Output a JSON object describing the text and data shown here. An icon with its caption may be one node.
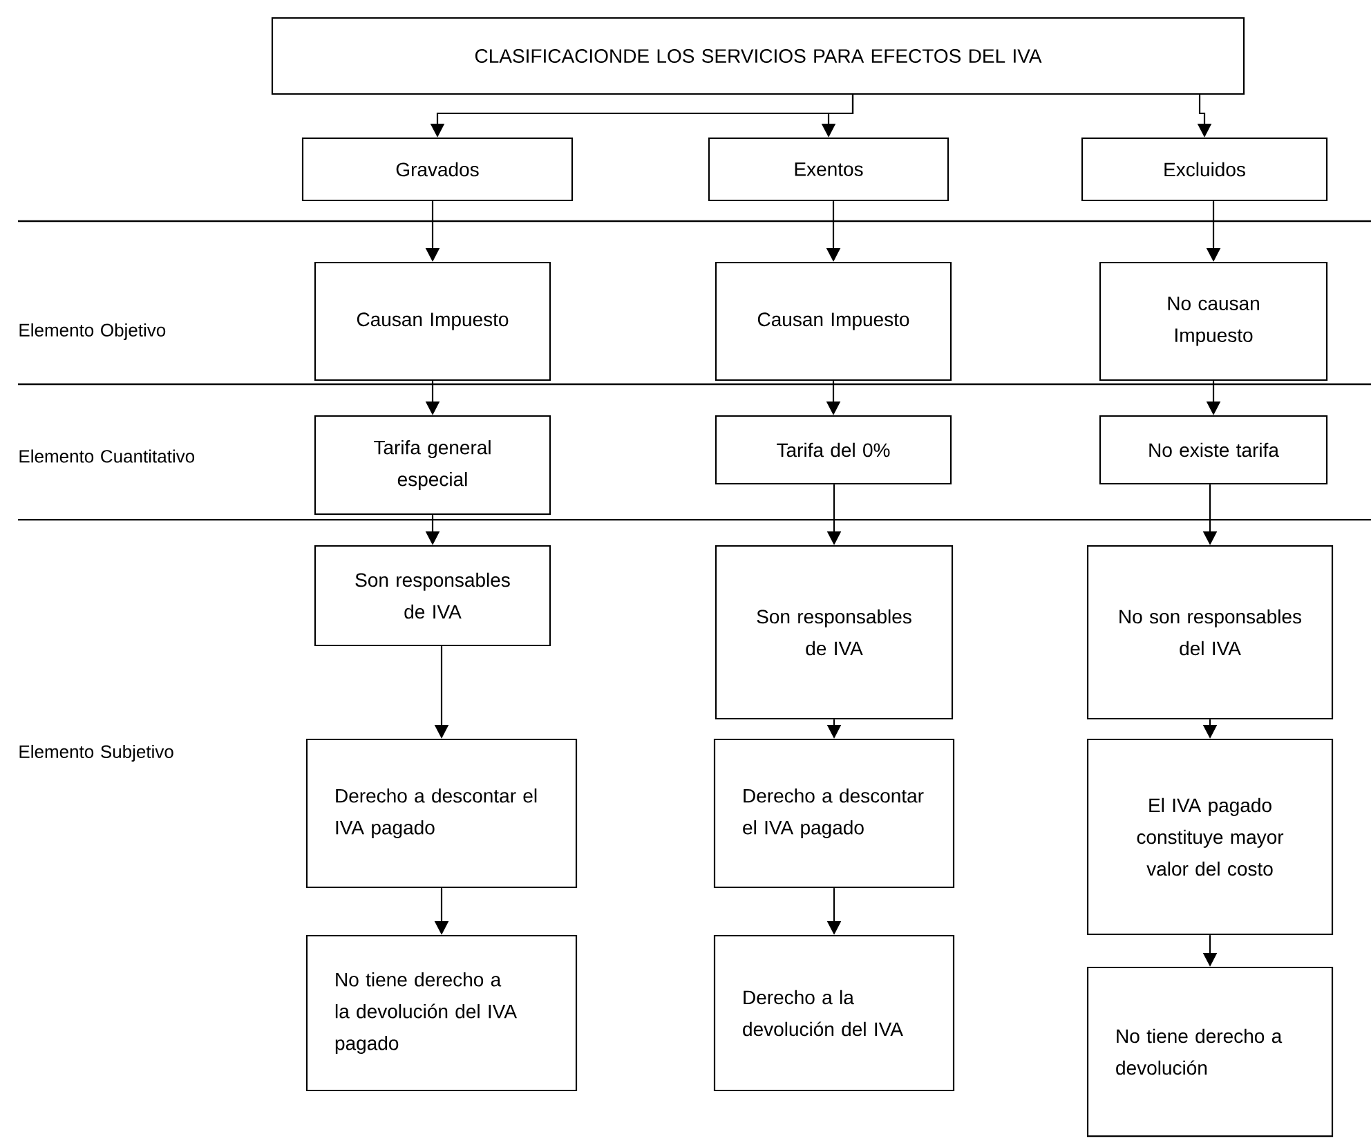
{
  "diagram": {
    "nodes": [
      {
        "text": [
          "CLASIFICACIONDE LOS SERVICIOS PARA EFECTOS DEL IVA"
        ]
      },
      {
        "text": [
          "Gravados"
        ]
      },
      {
        "text": [
          "Exentos"
        ]
      },
      {
        "text": [
          "Excluidos"
        ]
      },
      {
        "text": [
          "Causan Impuesto"
        ]
      },
      {
        "text": [
          "Causan Impuesto"
        ]
      },
      {
        "text": [
          "No causan Impuesto"
        ]
      },
      {
        "text": [
          "Tarifa general especial"
        ]
      },
      {
        "text": [
          "Tarifa del 0%"
        ]
      },
      {
        "text": [
          "No existe tarifa"
        ]
      },
      {
        "text": [
          "Son responsables de IVA"
        ]
      },
      {
        "text": [
          "Son responsables de IVA"
        ]
      },
      {
        "text": [
          "No son responsables del IVA"
        ]
      },
      {
        "text": [
          "Derecho a descontar el IVA pagado"
        ]
      },
      {
        "text": [
          "Derecho a descontar el IVA pagado"
        ]
      },
      {
        "text": [
          "El IVA pagado constituye mayor valor del costo"
        ]
      },
      {
        "text": [
          "No tiene derecho a la devolución del IVA pagado"
        ]
      },
      {
        "text": [
          "Derecho a la devolución del IVA"
        ]
      },
      {
        "text": [
          "No tiene derecho a devolución"
        ]
      }
    ],
    "edges": [
      {
        "from": 0,
        "to": 1,
        "arrow": "to"
      },
      {
        "from": 0,
        "to": 2,
        "arrow": "to"
      },
      {
        "from": 0,
        "to": 3,
        "arrow": "to"
      },
      {
        "from": 1,
        "to": 4,
        "arrow": "to"
      },
      {
        "from": 2,
        "to": 5,
        "arrow": "to"
      },
      {
        "from": 3,
        "to": 6,
        "arrow": "to"
      },
      {
        "from": 4,
        "to": 7,
        "arrow": "to"
      },
      {
        "from": 5,
        "to": 8,
        "arrow": "to"
      },
      {
        "from": 6,
        "to": 9,
        "arrow": "to"
      },
      {
        "from": 7,
        "to": 10,
        "arrow": "to"
      },
      {
        "from": 8,
        "to": 11,
        "arrow": "to"
      },
      {
        "from": 9,
        "to": 12,
        "arrow": "to"
      },
      {
        "from": 10,
        "to": 13,
        "arrow": "to"
      },
      {
        "from": 11,
        "to": 14,
        "arrow": "to"
      },
      {
        "from": 12,
        "to": 15,
        "arrow": "to"
      },
      {
        "from": 13,
        "to": 16,
        "arrow": "to"
      },
      {
        "from": 14,
        "to": 17,
        "arrow": "to"
      },
      {
        "from": 15,
        "to": 18,
        "arrow": "to"
      }
    ],
    "labels": [
      "Elemento Objetivo",
      "Elemento Cuantitativo",
      "Elemento Subjetivo"
    ]
  }
}
